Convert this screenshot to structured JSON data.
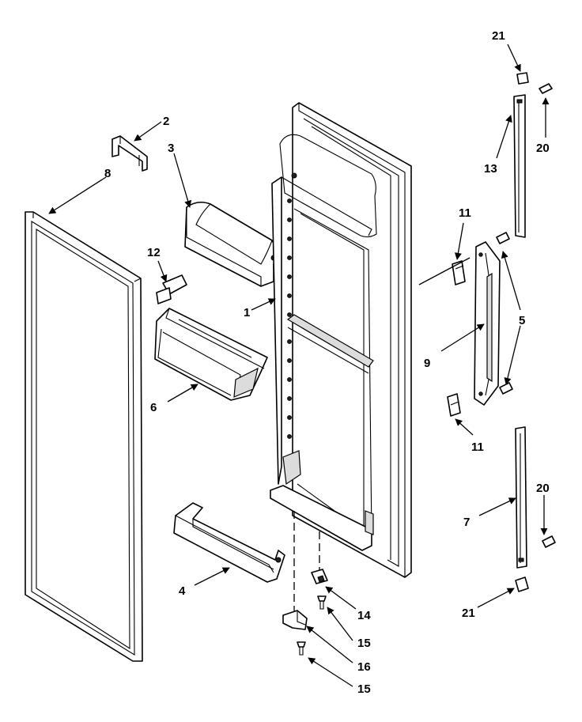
{
  "callouts": {
    "c1": "1",
    "c2": "2",
    "c3": "3",
    "c4": "4",
    "c5": "5",
    "c6": "6",
    "c7": "7",
    "c8": "8",
    "c9": "9",
    "c11a": "11",
    "c11b": "11",
    "c12": "12",
    "c13": "13",
    "c14": "14",
    "c15a": "15",
    "c15b": "15",
    "c16": "16",
    "c20a": "20",
    "c20b": "20",
    "c21a": "21",
    "c21b": "21"
  }
}
